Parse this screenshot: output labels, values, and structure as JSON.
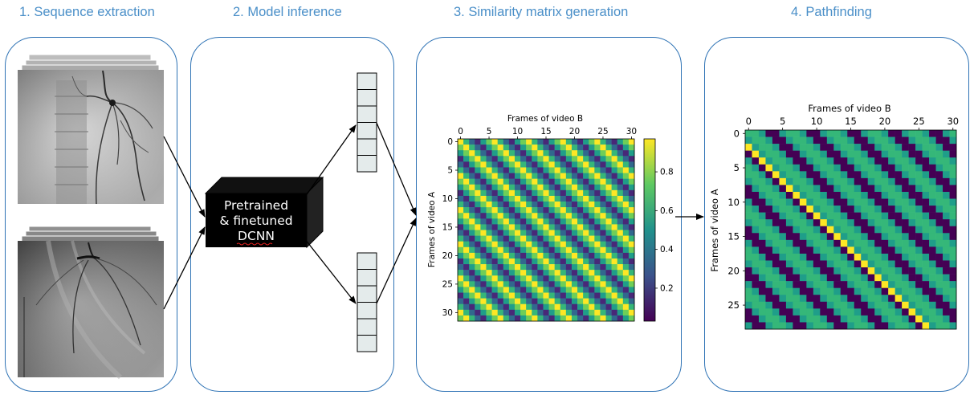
{
  "stages": [
    {
      "label": "1. Sequence extraction"
    },
    {
      "label": "2. Model inference"
    },
    {
      "label": "3. Similarity matrix generation"
    },
    {
      "label": "4. Pathfinding"
    }
  ],
  "model_box": {
    "lines": [
      "Pretrained",
      "& finetuned",
      "DCNN"
    ]
  },
  "similarity_matrix": {
    "x_label": "Frames of video B",
    "y_label": "Frames of video A",
    "x_ticks": [
      "0",
      "5",
      "10",
      "15",
      "20",
      "25",
      "30"
    ],
    "y_ticks": [
      "0",
      "5",
      "10",
      "15",
      "20",
      "25",
      "30"
    ],
    "colorbar_ticks": [
      "0.2",
      "0.4",
      "0.6",
      "0.8"
    ],
    "frames_a": 32,
    "frames_b": 31
  },
  "path_matrix": {
    "x_label": "Frames of video B",
    "y_label": "Frames of video A",
    "x_ticks": [
      "0",
      "5",
      "10",
      "15",
      "20",
      "25",
      "30"
    ],
    "y_ticks": [
      "0",
      "5",
      "10",
      "15",
      "20",
      "25"
    ],
    "frames_a": 29,
    "frames_b": 31
  },
  "colors": {
    "panel_border": "#2f73b5",
    "stage_title": "#4a8fc8",
    "viridis_low": "#440154",
    "viridis_high": "#fde725"
  }
}
